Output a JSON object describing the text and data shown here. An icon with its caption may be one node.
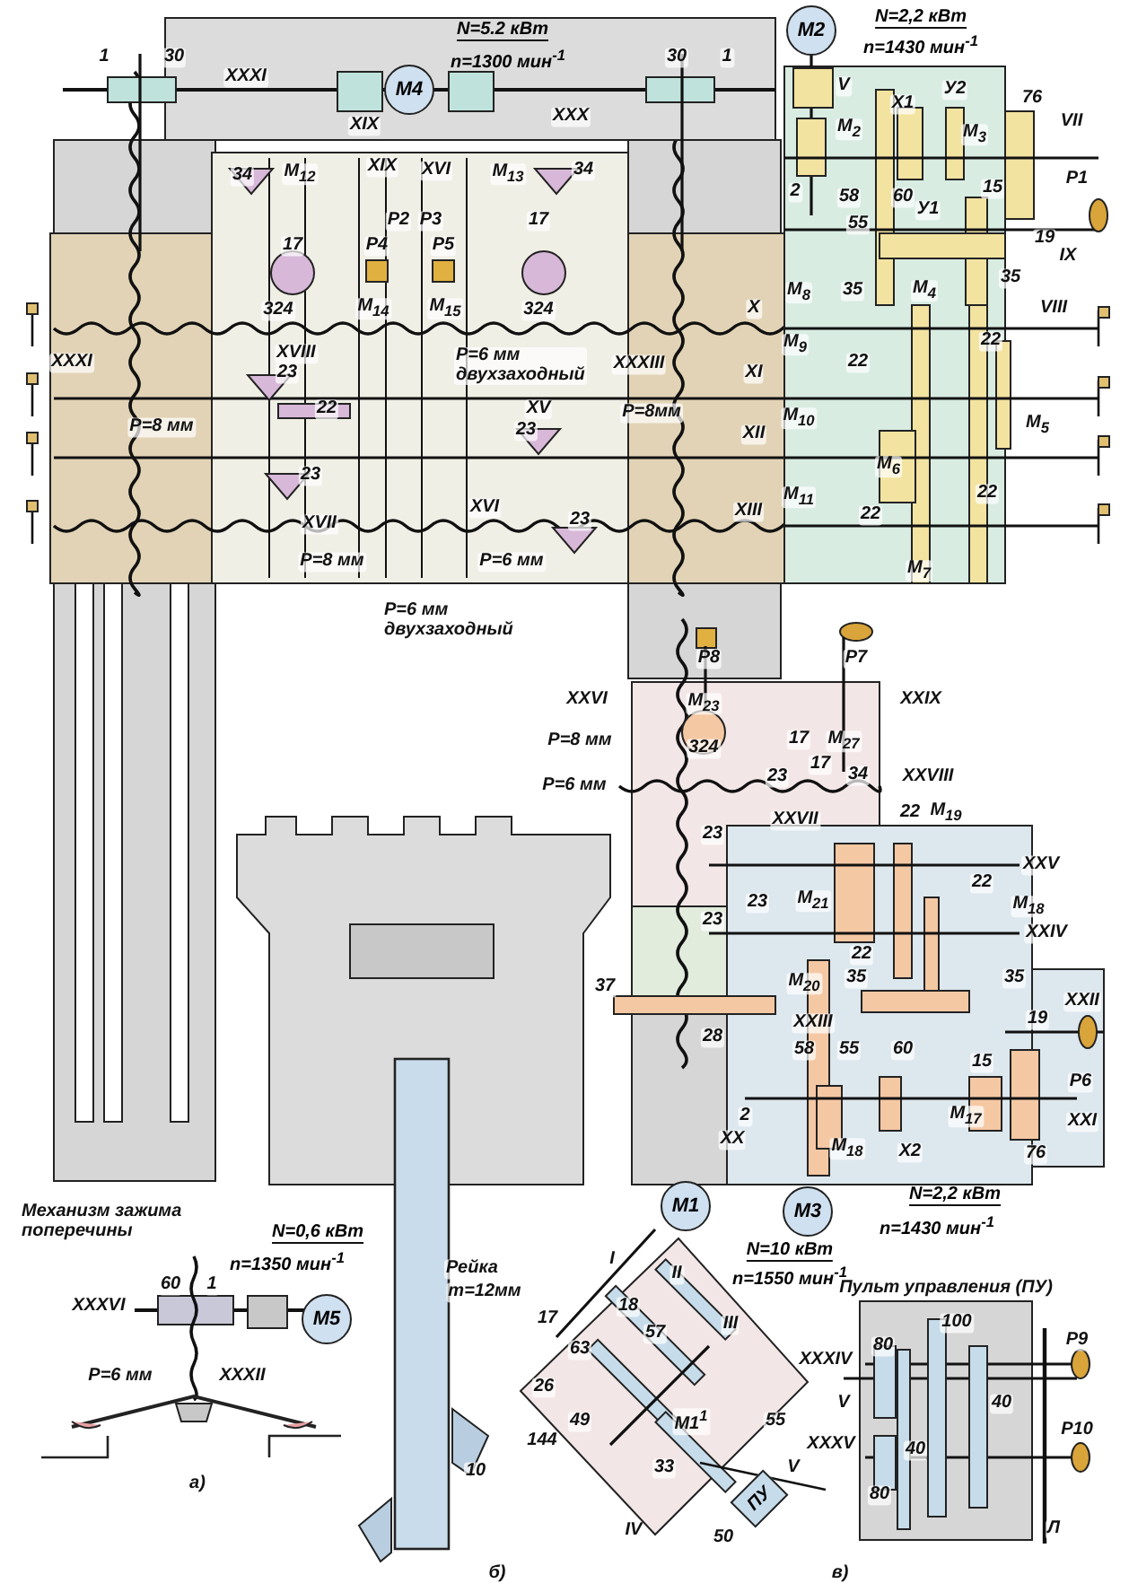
{
  "diagram": {
    "nodes": [
      {
        "text": [
          "M4"
        ],
        "beside": [
          "N=5.2 кВт",
          "n=1300 мин$^{-1}$"
        ]
      },
      {
        "text": [
          "M2"
        ],
        "beside": [
          "N=2,2 кВт",
          "n=1430 мин$^{-1}$"
        ]
      },
      {
        "text": [
          "M3"
        ],
        "beside": [
          "N=2,2 кВт",
          "n=1430 мин$^{-1}$"
        ]
      },
      {
        "text": [
          "M1"
        ],
        "beside": [
          "N=10 кВт",
          "n=1550 мин$^{-1}$"
        ]
      },
      {
        "text": [
          "M5"
        ],
        "beside": [
          "N=0,6 кВт",
          "n=1350 мин$^{-1}$"
        ]
      },
      {
        "text": [
          "ПУ"
        ]
      }
    ],
    "labels": [
      "1",
      "30",
      "XXXI",
      "XIX",
      "XXX",
      "30",
      "1",
      "V",
      "У2",
      "X1",
      "76",
      "VII",
      "M$_{2}$",
      "M$_{3}$",
      "34",
      "M$_{12}$",
      "XIX",
      "XVI",
      "M$_{13}$",
      "34",
      "2",
      "58",
      "60",
      "15",
      "P1",
      "P2",
      "P3",
      "17",
      "55",
      "У1",
      "17",
      "P4",
      "P5",
      "19",
      "IX",
      "35",
      "M$_{4}$",
      "35",
      "M$_{8}$",
      "324",
      "M$_{14}$",
      "M$_{15}$",
      "324",
      "X",
      "VIII",
      "M$_{9}$",
      "22",
      "XVIII",
      "XXXI",
      "P=6 мм двухзаходный",
      "XXXIII",
      "22",
      "23",
      "XI",
      "22",
      "XV",
      "P=8 мм",
      "23",
      "P=8мм",
      "M$_{10}$",
      "M$_{5}$",
      "XII",
      "M$_{6}$",
      "23",
      "22",
      "M$_{11}$",
      "XVI",
      "XIII",
      "22",
      "XVII",
      "23",
      "P=8 мм",
      "P=6 мм",
      "M$_{7}$",
      "P=6 мм двухзаходный",
      "P8",
      "P7",
      "XXVI",
      "M$_{23}$",
      "XXIX",
      "P=8 мм",
      "324",
      "17",
      "M$_{27}$",
      "17",
      "P=6 мм",
      "23",
      "34",
      "XXVIII",
      "XXVII",
      "22",
      "M$_{19}$",
      "23",
      "XXV",
      "22",
      "23",
      "M$_{21}$",
      "M$_{18}$",
      "23",
      "XXIV",
      "22",
      "37",
      "M$_{20}$",
      "35",
      "35",
      "XXII",
      "XXIII",
      "19",
      "28",
      "58",
      "55",
      "60",
      "15",
      "P6",
      "2",
      "M$_{17}$",
      "XXI",
      "XX",
      "M$_{18}$",
      "X2",
      "76",
      "Механизм зажима поперечины",
      "60",
      "1",
      "XXXVI",
      "P=6 мм",
      "XXXII",
      "а)",
      "Рейка",
      "m=12мм",
      "10",
      "144",
      "б)",
      "I",
      "II",
      "17",
      "18",
      "III",
      "63",
      "57",
      "26",
      "49",
      "M1$^{1}$",
      "55",
      "33",
      "V",
      "IV",
      "50",
      "в)",
      "Пульт управления (ПУ)",
      "100",
      "80",
      "P9",
      "XXXIV",
      "V",
      "40",
      "P10",
      "XXXV",
      "40",
      "80",
      "Л"
    ]
  }
}
